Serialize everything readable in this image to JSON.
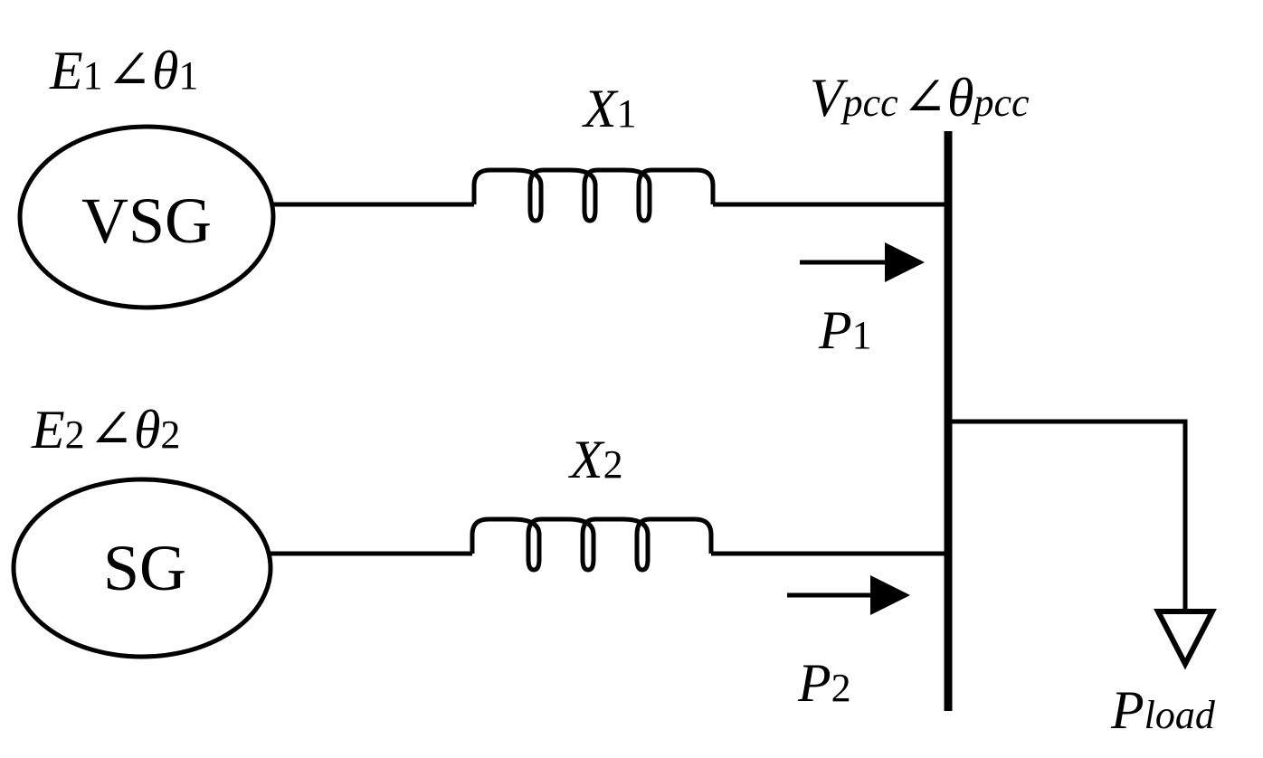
{
  "sources": [
    {
      "id": "vsg",
      "name": "VSG",
      "voltage": {
        "E": "E",
        "E_sub": "1",
        "angle_symbol": "∠",
        "theta": "θ",
        "theta_sub": "1"
      }
    },
    {
      "id": "sg",
      "name": "SG",
      "voltage": {
        "E": "E",
        "E_sub": "2",
        "angle_symbol": "∠",
        "theta": "θ",
        "theta_sub": "2"
      }
    }
  ],
  "reactances": [
    {
      "symbol": "X",
      "sub": "1"
    },
    {
      "symbol": "X",
      "sub": "2"
    }
  ],
  "powers": [
    {
      "symbol": "P",
      "sub": "1"
    },
    {
      "symbol": "P",
      "sub": "2"
    }
  ],
  "bus": {
    "V": "V",
    "V_sub": "pcc",
    "angle_symbol": "∠",
    "theta": "θ",
    "theta_sub": "pcc"
  },
  "load": {
    "symbol": "P",
    "sub": "load"
  },
  "colors": {
    "stroke": "#000000",
    "background": "#ffffff"
  }
}
